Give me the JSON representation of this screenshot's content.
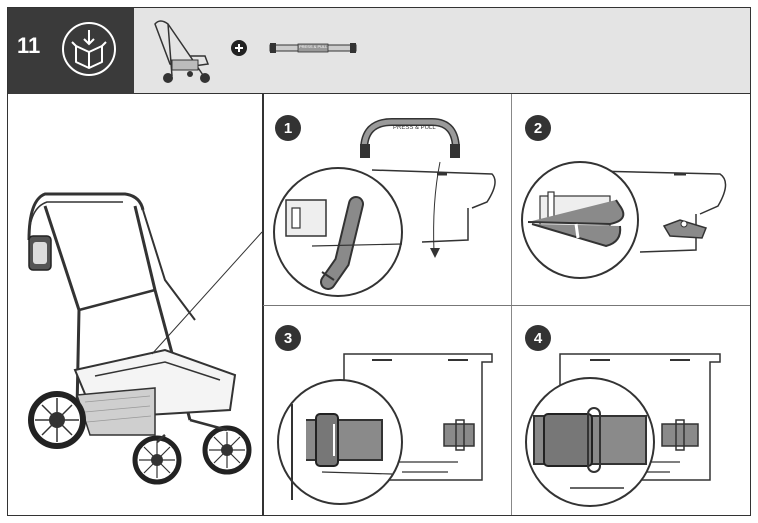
{
  "step": {
    "number": "11",
    "icon": "box-download-icon"
  },
  "header_items": {
    "stroller_icon": "stroller-icon",
    "plus_icon": "plus-icon",
    "bumper_bar_label": "PRESS & PULL"
  },
  "panels": [
    {
      "badge": "1"
    },
    {
      "badge": "2"
    },
    {
      "badge": "3"
    },
    {
      "badge": "4"
    }
  ],
  "handle_label": "PRESS & PULL",
  "colors": {
    "step_block": "#3a3a3a",
    "header_bg": "#e4e4e4",
    "strap_gray": "#8a8a8a",
    "line": "#333333"
  }
}
